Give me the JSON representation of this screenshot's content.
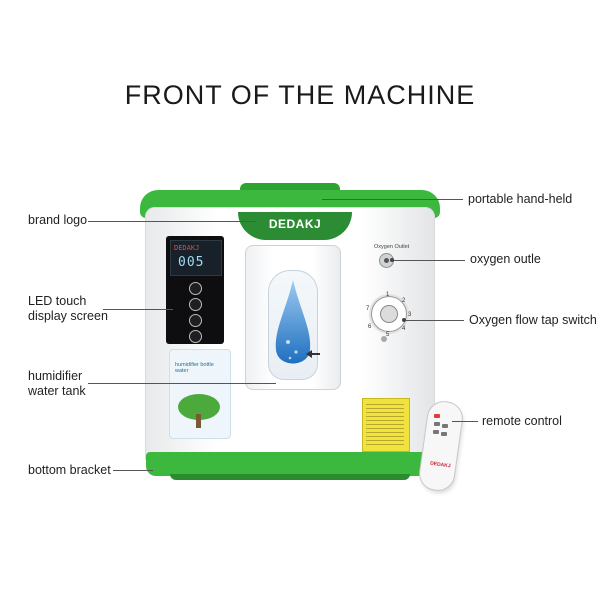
{
  "title": "FRONT OF THE MACHINE",
  "brand": "DEDAKJ",
  "display": {
    "top_text": "DEDAKJ",
    "number": "005"
  },
  "sticker_text": "humidifier bottle water",
  "outlet_label": "Oxygen Outlet",
  "remote_brand": "DEDAKJ",
  "dial_numbers": [
    "1",
    "2",
    "3",
    "4",
    "5",
    "6",
    "7"
  ],
  "labels": {
    "portable_hand_held": "portable hand-held",
    "brand_logo": "brand logo",
    "oxygen_outlet": "oxygen outle",
    "led_display_line1": "LED touch",
    "led_display_line2": "display screen",
    "flow_switch": "Oxygen flow tap switch",
    "water_tank_line1": "humidifier",
    "water_tank_line2": "water tank",
    "remote_control": "remote control",
    "bottom_bracket": "bottom bracket"
  },
  "colors": {
    "accent_green": "#3cb83f",
    "dark_green": "#2b8c33",
    "water_blue": "#3d8fd6"
  }
}
